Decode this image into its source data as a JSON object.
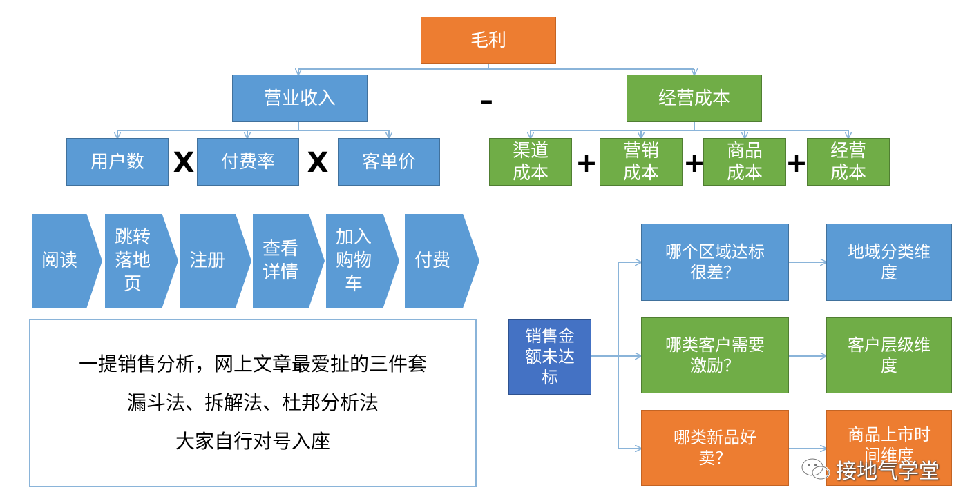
{
  "tree": {
    "root": "毛利",
    "revenue": "营业收入",
    "cost": "经营成本",
    "minus": "–",
    "revenue_factors": [
      "用户数",
      "付费率",
      "客单价"
    ],
    "times": "X",
    "cost_parts": [
      "渠道\n成本",
      "营销\n成本",
      "商品\n成本",
      "经营\n成本"
    ],
    "plus": "+"
  },
  "funnel": {
    "steps": [
      "阅读",
      "跳转\n落地\n页",
      "注册",
      "查看\n详情",
      "加入\n购物\n车",
      "付费"
    ]
  },
  "note": {
    "lines": [
      "一提销售分析，网上文章最爱扯的三件套",
      "漏斗法、拆解法、杜邦分析法",
      "大家自行对号入座"
    ]
  },
  "analysis": {
    "source": "销售金\n额未达\n标",
    "questions": [
      "哪个区域达标\n很差？",
      "哪类客户需要\n激励？",
      "哪类新品好\n卖？"
    ],
    "dimensions": [
      "地域分类维\n度",
      "客户层级维\n度",
      "商品上市时\n间维度"
    ]
  },
  "watermark": "接地气学堂",
  "colors": {
    "orange": "#ed7d31",
    "blue": "#5b9bd5",
    "green": "#70ad47",
    "navy": "#4472c4",
    "connector": "#8ab4d9"
  }
}
